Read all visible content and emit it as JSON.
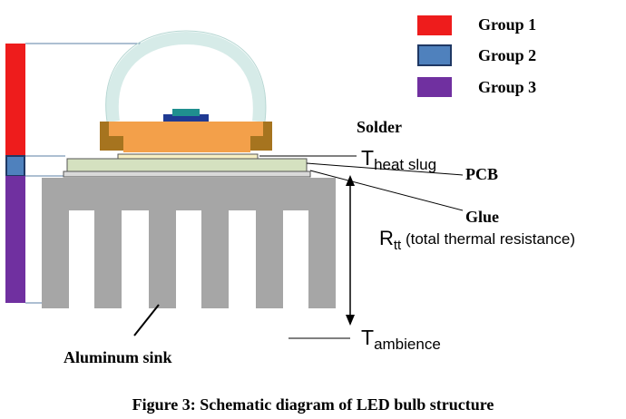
{
  "legend": {
    "items": [
      {
        "label": "Group 1",
        "color": "#ee1c1c"
      },
      {
        "label": "Group 2",
        "color": "#4f81bd"
      },
      {
        "label": "Group 3",
        "color": "#7030a0"
      }
    ]
  },
  "labels": {
    "solder": "Solder",
    "pcb": "PCB",
    "glue": "Glue",
    "aluminum_sink": "Aluminum sink",
    "t_heat_main": "T",
    "t_heat_sub": "heat slug",
    "r_main": "R",
    "r_sub": "tt",
    "r_desc": " (total thermal resistance)",
    "t_amb_main": "T",
    "t_amb_sub": "ambience"
  },
  "caption": "Figure 3: Schematic diagram of LED bulb structure",
  "colors": {
    "heat_sink": "#a6a6a6",
    "lens": "#d6ebe8",
    "lens_stroke": "#b7d7d3",
    "led_body": "#f3a04a",
    "led_frame": "#a6741f",
    "chip": "#1f8f8f",
    "chip_base": "#1f3a93",
    "pcb": "#d5e1c0",
    "solder": "#f6efc3",
    "glue": "#d9d9d9"
  }
}
